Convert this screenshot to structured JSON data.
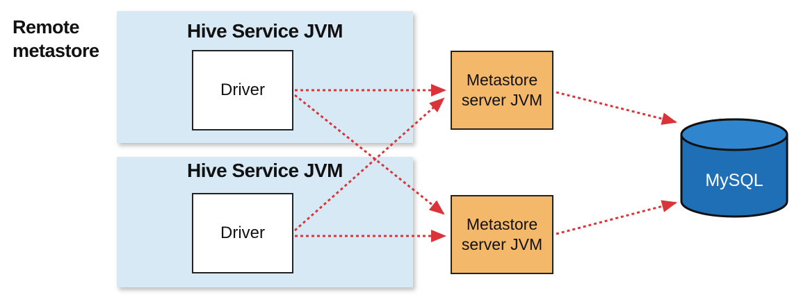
{
  "caption": {
    "line1": "Remote",
    "line2": "metastore"
  },
  "hive_services": [
    {
      "title": "Hive Service JVM",
      "driver_label": "Driver"
    },
    {
      "title": "Hive Service JVM",
      "driver_label": "Driver"
    }
  ],
  "metastore_servers": [
    {
      "line1": "Metastore",
      "line2": "server JVM"
    },
    {
      "line1": "Metastore",
      "line2": "server JVM"
    }
  ],
  "database": {
    "label": "MySQL",
    "fill_color": "#1e6fb6"
  },
  "colors": {
    "jvm_background": "#d7e9f5",
    "metastore_fill": "#f4b86b",
    "connector": "#d9343a"
  }
}
